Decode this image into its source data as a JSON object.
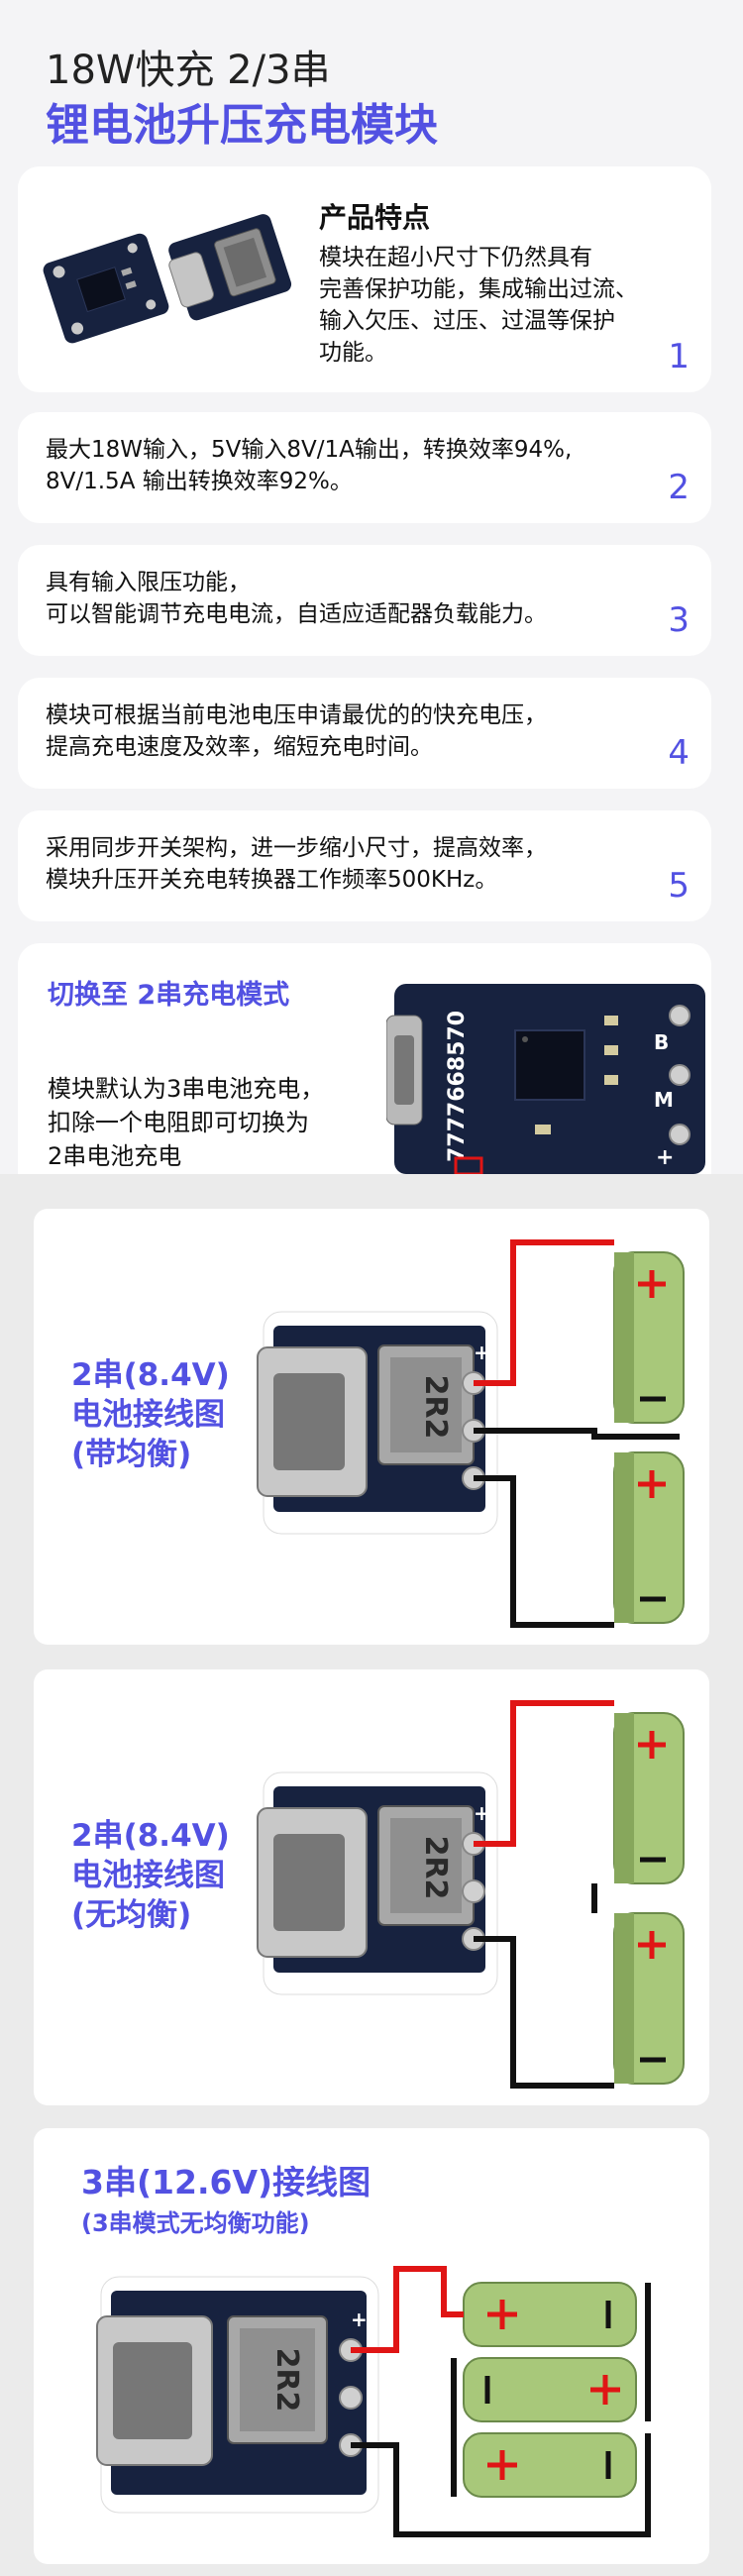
{
  "header": {
    "line1": "18W快充 2/3串",
    "line2": "锂电池升压充电模块"
  },
  "features": {
    "title": "产品特点",
    "lines": [
      "模块在超小尺寸下仍然具有",
      "完善保护功能，集成输出过流、",
      "输入欠压、过压、过温等保护",
      "功能。"
    ],
    "number": "1"
  },
  "specs": [
    {
      "lines": [
        "最大18W输入，5V输入8V/1A输出，转换效率94%,",
        "8V/1.5A 输出转换效率92%。"
      ],
      "number": "2"
    },
    {
      "lines": [
        "具有输入限压功能，",
        "可以智能调节充电电流，自适应适配器负载能力。"
      ],
      "number": "3"
    },
    {
      "lines": [
        "模块可根据当前电池电压申请最优的的快充电压，",
        "提高充电速度及效率，缩短充电时间。"
      ],
      "number": "4"
    },
    {
      "lines": [
        "采用同步开关架构，进一步缩小尺寸，提高效率，",
        "模块升压开关充电转换器工作频率500KHz。"
      ],
      "number": "5"
    }
  ],
  "mode_switch": {
    "title": "切换至 2串充电模式",
    "lines": [
      "模块默认为3串电池充电，",
      "扣除一个电阻即可切换为",
      "2串电池充电"
    ],
    "board_code": "7777668570",
    "pin_labels": [
      "B",
      "M",
      "+"
    ]
  },
  "wiring": [
    {
      "lines": [
        "2串(8.4V)",
        "电池接线图",
        "(带均衡)"
      ]
    },
    {
      "lines": [
        "2串(8.4V)",
        "电池接线图",
        "(无均衡)"
      ]
    }
  ],
  "wiring3": {
    "title": "3串(12.6V)接线图",
    "subtitle": "(3串模式无均衡功能)"
  },
  "board": {
    "inductor_label": "2R2",
    "plus": "+",
    "minus": "−"
  },
  "colors": {
    "accent": "#5251e2",
    "pcb": "#17223f",
    "battery": "#a8c87a",
    "wire_red": "#e01515",
    "wire_black": "#111111"
  }
}
